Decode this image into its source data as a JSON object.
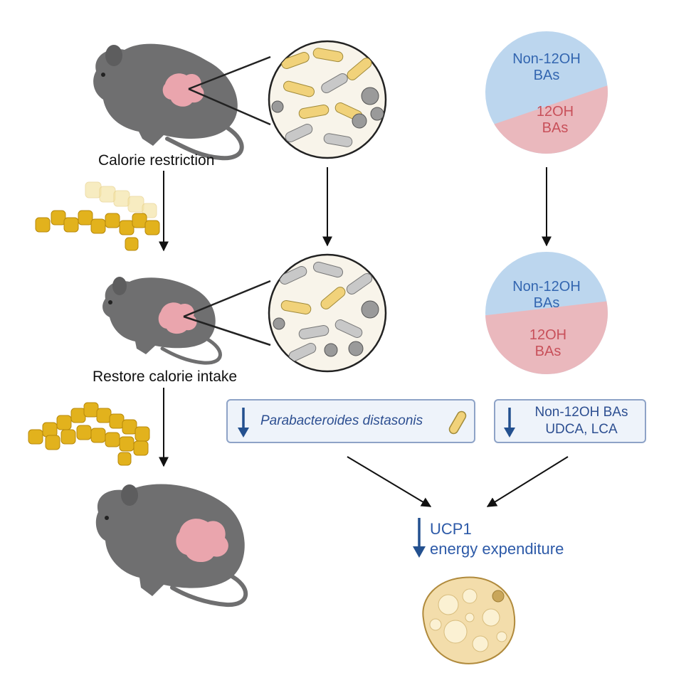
{
  "mouse_stages": [
    {
      "label": "Calorie restriction"
    },
    {
      "label": "Restore calorie intake"
    }
  ],
  "pie_top": {
    "slices": [
      {
        "label": "Non-12OH BAs",
        "fraction": 0.65,
        "color": "#bcd6ee"
      },
      {
        "label": "12OH BAs",
        "fraction": 0.35,
        "color": "#eab8bd"
      }
    ]
  },
  "pie_bottom": {
    "slices": [
      {
        "label": "Non-12OH BAs",
        "fraction": 0.45,
        "color": "#bcd6ee"
      },
      {
        "label": "12OH BAs",
        "fraction": 0.55,
        "color": "#eab8bd"
      }
    ]
  },
  "box_bacteria": {
    "direction": "down",
    "text": "Parabacteroides distasonis",
    "arrow_color": "#23508f"
  },
  "box_bile_acids": {
    "direction": "down",
    "line1": "Non-12OH BAs",
    "line2": "UDCA, LCA",
    "arrow_color": "#23508f"
  },
  "outcome": {
    "direction": "down",
    "line1": "UCP1",
    "line2": "energy expenditure"
  },
  "colors": {
    "mouse": "#6f6f70",
    "gut": "#eaa5ad",
    "pellet": "#e2b21d",
    "non12oh_text": "#3366b0",
    "oh12_text": "#c8505a",
    "box_border": "#8ea3c7",
    "fat_cell": "#f3ddab"
  }
}
